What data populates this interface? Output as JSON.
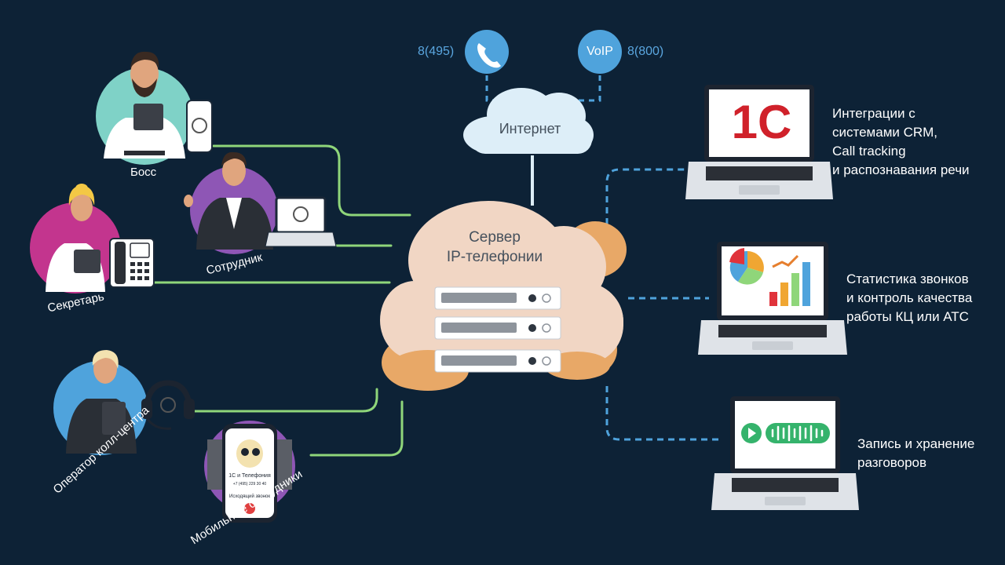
{
  "phone_numbers": {
    "left": "8(495)",
    "right": "8(800)"
  },
  "voip_label": "VoIP",
  "internet_label": "Интернет",
  "server": {
    "line1": "Сервер",
    "line2": "IP-телефонии"
  },
  "brand_logo_text": "1С",
  "people": {
    "boss": "Босс",
    "employee": "Сотрудник",
    "secretary": "Секретарь",
    "operator": "Оператор колл-центра",
    "mobile": "Мобильные сотрудники"
  },
  "mobile_screen": {
    "app_name": "1С и Телефония",
    "phone": "+7 (495) 229 30 40",
    "call_status": "Исходящий звонок"
  },
  "features": {
    "integration": [
      "Интеграции с",
      "системами CRM,",
      "Call tracking",
      "и распознавания речи"
    ],
    "statistics": [
      "Статистика звонков",
      "и контроль качества",
      "работы КЦ или АТС"
    ],
    "recording": [
      "Запись и хранение",
      "разговоров"
    ]
  },
  "colors": {
    "background": "#0d2236",
    "accent_blue": "#4fa3dc",
    "green_line": "#8fd67a",
    "cloud_peach": "#f1d6c4",
    "cloud_orange": "#e8a867",
    "internet_cloud": "#ddeef8",
    "brand_red": "#d0212a"
  }
}
